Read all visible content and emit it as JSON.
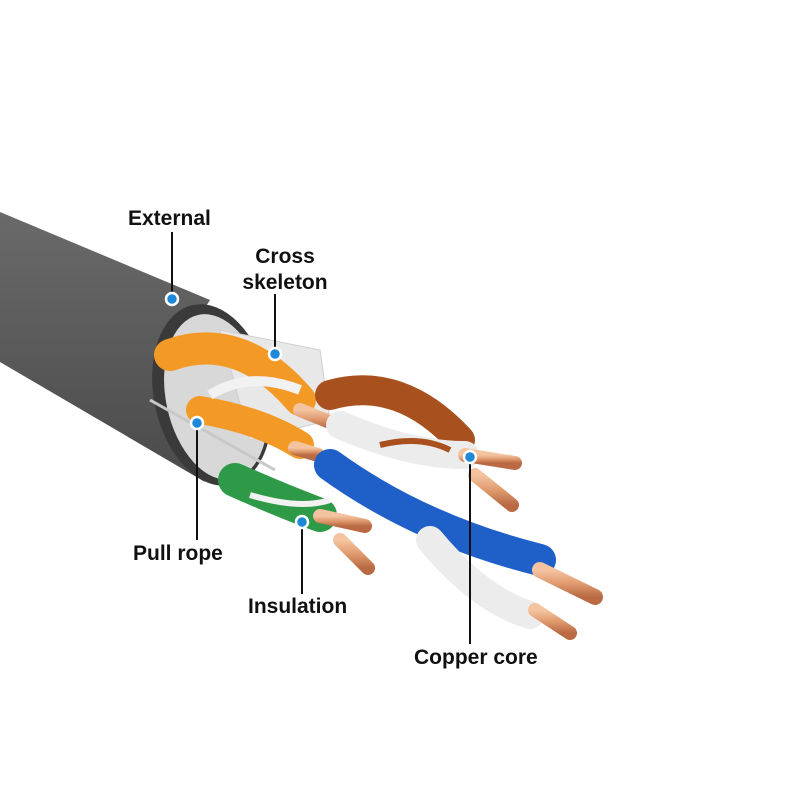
{
  "labels": {
    "external": "External",
    "cross_skeleton_line1": "Cross",
    "cross_skeleton_line2": "skeleton",
    "pull_rope": "Pull rope",
    "insulation": "Insulation",
    "copper_core": "Copper core"
  },
  "colors": {
    "jacket": "#5f5f5f",
    "orange": "#f39a26",
    "brown": "#a8501e",
    "green": "#2e9a48",
    "blue": "#1f5fc8",
    "copper": "#e09a6e",
    "marker": "#1e88d8"
  }
}
